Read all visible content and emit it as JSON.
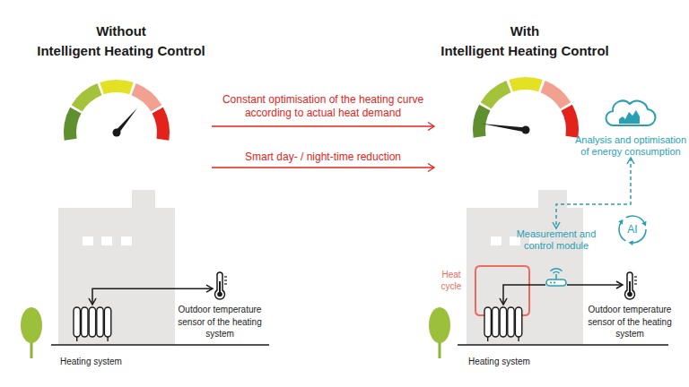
{
  "diagram": {
    "nodes": [
      {
        "text": [
          "Heating system"
        ]
      },
      {
        "text": [
          "Outdoor temperature sensor of the heating system"
        ]
      },
      {
        "text": [
          "Analysis and optimisation of energy consumption"
        ]
      },
      {
        "text": [
          "AI"
        ]
      },
      {
        "text": [
          "Measurement and control module"
        ]
      },
      {
        "text": [
          "Heating system"
        ]
      },
      {
        "text": [
          "Outdoor temperature sensor of the heating system"
        ]
      }
    ],
    "edges": [
      {
        "from": 0,
        "to": 1,
        "arrow": "both"
      },
      {
        "from": 4,
        "to": 6,
        "arrow": "to"
      },
      {
        "from": 4,
        "to": 5,
        "arrow": "to"
      },
      {
        "from": 2,
        "to": 4,
        "arrow": "both"
      }
    ],
    "labels": [
      "Without Intelligent Heating Control",
      "With Intelligent Heating Control",
      "Constant optimisation of the heating curve according to actual heat demand",
      "Smart day- / night-time reduction",
      "Heat cycle"
    ]
  }
}
